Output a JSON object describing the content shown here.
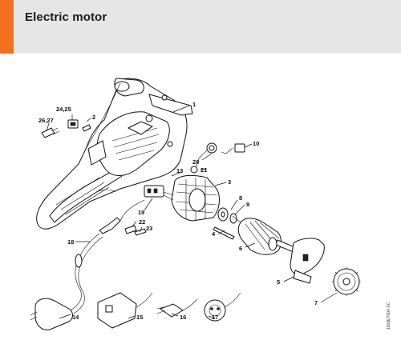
{
  "header": {
    "title": "Electric motor",
    "accent_color": "#f37021",
    "background": "#e6e6e6"
  },
  "diagram": {
    "callouts": [
      "1",
      "2",
      "3",
      "4",
      "5",
      "6",
      "7",
      "8",
      "9",
      "10",
      "13",
      "14",
      "15",
      "16",
      "17",
      "18",
      "19",
      "20",
      "21",
      "22",
      "23",
      "24,25",
      "26,27"
    ],
    "reference_code": "1916ET004 SC"
  }
}
